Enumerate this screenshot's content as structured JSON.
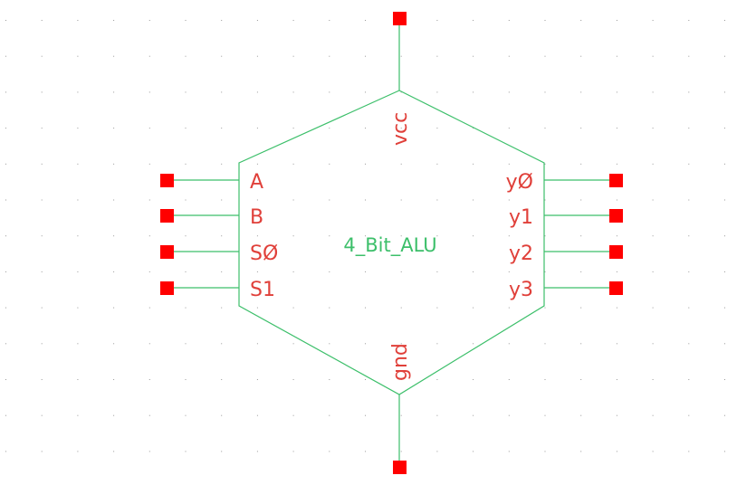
{
  "symbol": {
    "cell_name": "4_Bit_ALU",
    "colors": {
      "outline": "#3cbf6a",
      "pin_label": "#e0403a",
      "pin_box": "#ff0000",
      "grid": "#9a9a9a",
      "background": "#ffffff"
    },
    "pins": {
      "top": {
        "label": "vcc"
      },
      "bottom": {
        "label": "gnd"
      },
      "left": [
        {
          "label": "A"
        },
        {
          "label": "B"
        },
        {
          "label": "SØ"
        },
        {
          "label": "S1"
        }
      ],
      "right": [
        {
          "label": "yØ"
        },
        {
          "label": "y1"
        },
        {
          "label": "y2"
        },
        {
          "label": "y3"
        }
      ]
    }
  }
}
